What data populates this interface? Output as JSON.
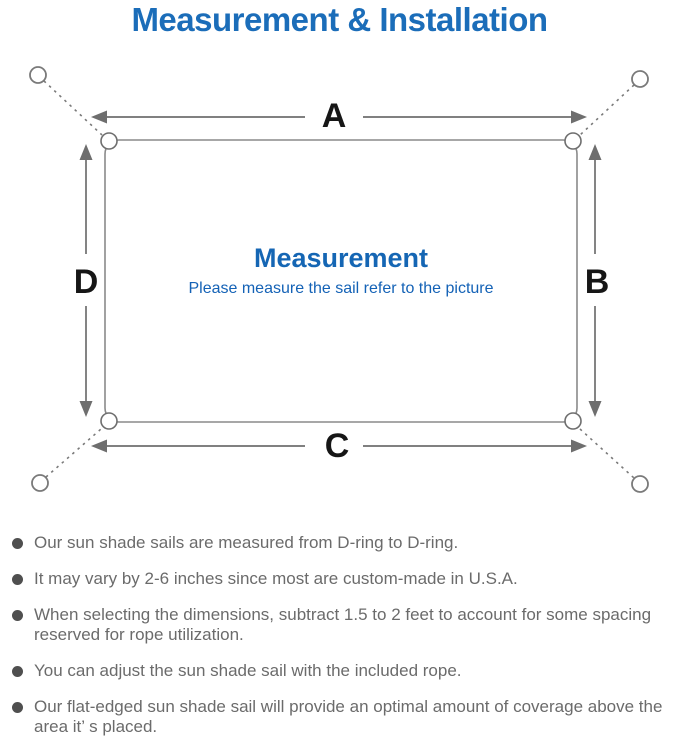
{
  "title": "Measurement & Installation",
  "colors": {
    "title_blue": "#1b6db9",
    "heading_blue": "#1566b4",
    "subtitle_blue": "#1462b6",
    "outline_gray": "#8a8a8a",
    "arrow_gray": "#6e6e6e",
    "note_text_gray": "#6b6b6b"
  },
  "diagram": {
    "labels": {
      "top": "A",
      "right": "B",
      "bottom": "C",
      "left": "D"
    },
    "center_heading": "Measurement",
    "center_subtitle": "Please measure the sail refer to the picture"
  },
  "notes": [
    {
      "text": "Our sun shade sails are measured from D-ring to D-ring."
    },
    {
      "text": "It may vary by 2-6 inches since most are custom-made in U.S.A."
    },
    {
      "text": "When selecting the dimensions, subtract 1.5 to 2 feet to account for some spacing reserved for rope utilization."
    },
    {
      "text": "You can adjust the sun shade sail with the included rope."
    },
    {
      "text": "Our flat-edged sun shade sail will provide an optimal amount of coverage above the area it’ s placed."
    }
  ]
}
